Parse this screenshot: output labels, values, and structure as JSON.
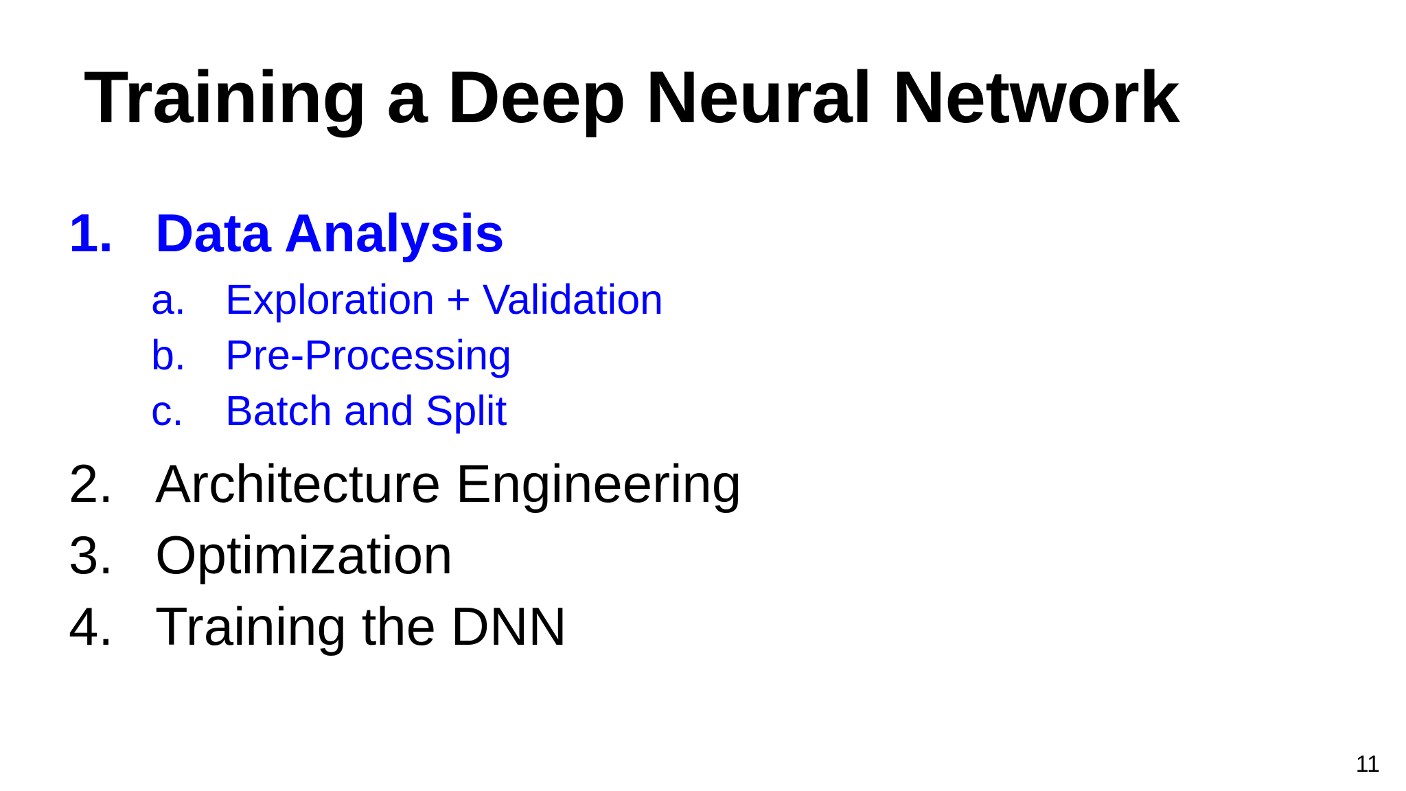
{
  "slide": {
    "title": "Training a Deep Neural Network",
    "page_number": "11",
    "background_color": "#ffffff",
    "accent_color": "#0000ff",
    "text_color": "#000000",
    "outline": [
      {
        "marker": "1.",
        "label": "Data Analysis",
        "color": "#0000ff",
        "bold": true,
        "subitems": [
          {
            "marker": "a.",
            "label": "Exploration + Validation",
            "color": "#0000ff"
          },
          {
            "marker": "b.",
            "label": "Pre-Processing",
            "color": "#0000ff"
          },
          {
            "marker": "c.",
            "label": "Batch and Split",
            "color": "#0000ff"
          }
        ]
      },
      {
        "marker": "2.",
        "label": "Architecture Engineering",
        "color": "#000000",
        "bold": false,
        "subitems": []
      },
      {
        "marker": "3.",
        "label": "Optimization",
        "color": "#000000",
        "bold": false,
        "subitems": []
      },
      {
        "marker": "4.",
        "label": "Training the DNN",
        "color": "#000000",
        "bold": false,
        "subitems": []
      }
    ]
  }
}
